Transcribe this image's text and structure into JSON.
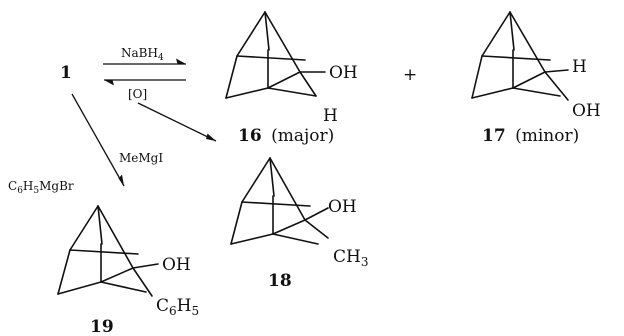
{
  "scheme": {
    "start": {
      "id": "1"
    },
    "reagents": {
      "reduction": "NaBH4",
      "oxidation": "[O]",
      "grignard_phenyl": "C6H5MgBr",
      "grignard_methyl": "MeMgI"
    },
    "plus": "+",
    "products": [
      {
        "id": "16",
        "tag": "(major)",
        "substituents": [
          "OH",
          "H"
        ]
      },
      {
        "id": "17",
        "tag": "(minor)",
        "substituents": [
          "H",
          "OH"
        ]
      },
      {
        "id": "18",
        "tag": "",
        "substituents": [
          "OH",
          "CH3"
        ]
      },
      {
        "id": "19",
        "tag": "",
        "substituents": [
          "OH",
          "C6H5"
        ]
      }
    ]
  }
}
